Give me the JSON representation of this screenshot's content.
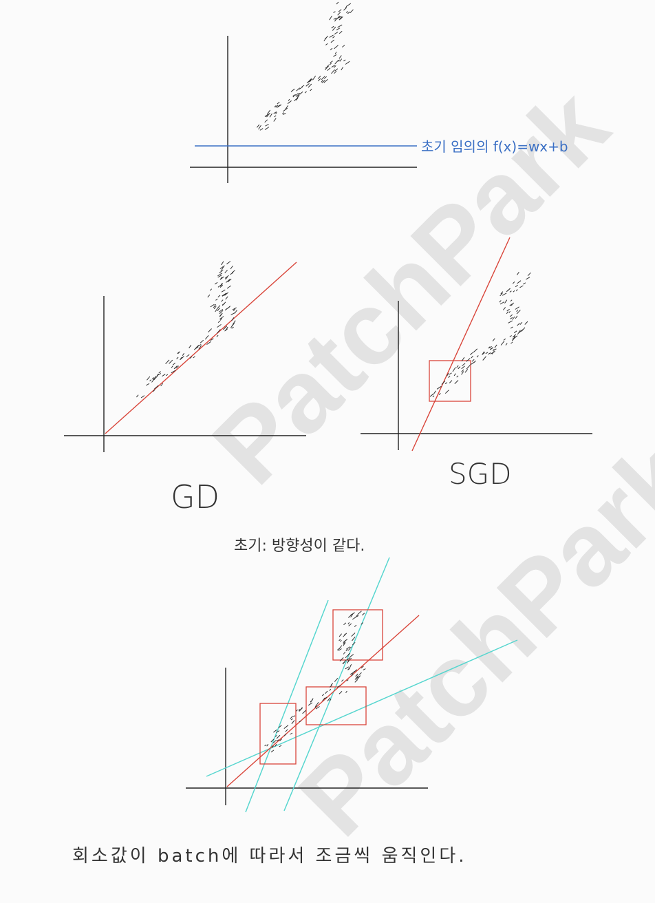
{
  "watermark": {
    "text_1": "PatchPark",
    "text_2": "PatchPark"
  },
  "panel_top": {
    "annotation": "초기 임의의 f(x)=wx+b",
    "colors": {
      "line": "#3a6fc4",
      "axis": "#222222",
      "points": "#333333"
    }
  },
  "panel_gd": {
    "label": "GD",
    "colors": {
      "line": "#d9453a",
      "axis": "#222222"
    }
  },
  "panel_sgd": {
    "label": "SGD",
    "colors": {
      "line": "#d9453a",
      "box": "#d9453a",
      "axis": "#222222"
    }
  },
  "notes": {
    "middle": "초기: 방향성이 같다.",
    "bottom": "회소값이 batch에 따라서 조금씩 움직인다."
  },
  "panel_bottom": {
    "colors": {
      "main_line": "#d9453a",
      "batch_lines": "#57d6cf",
      "box": "#d9453a",
      "axis": "#222222"
    }
  }
}
